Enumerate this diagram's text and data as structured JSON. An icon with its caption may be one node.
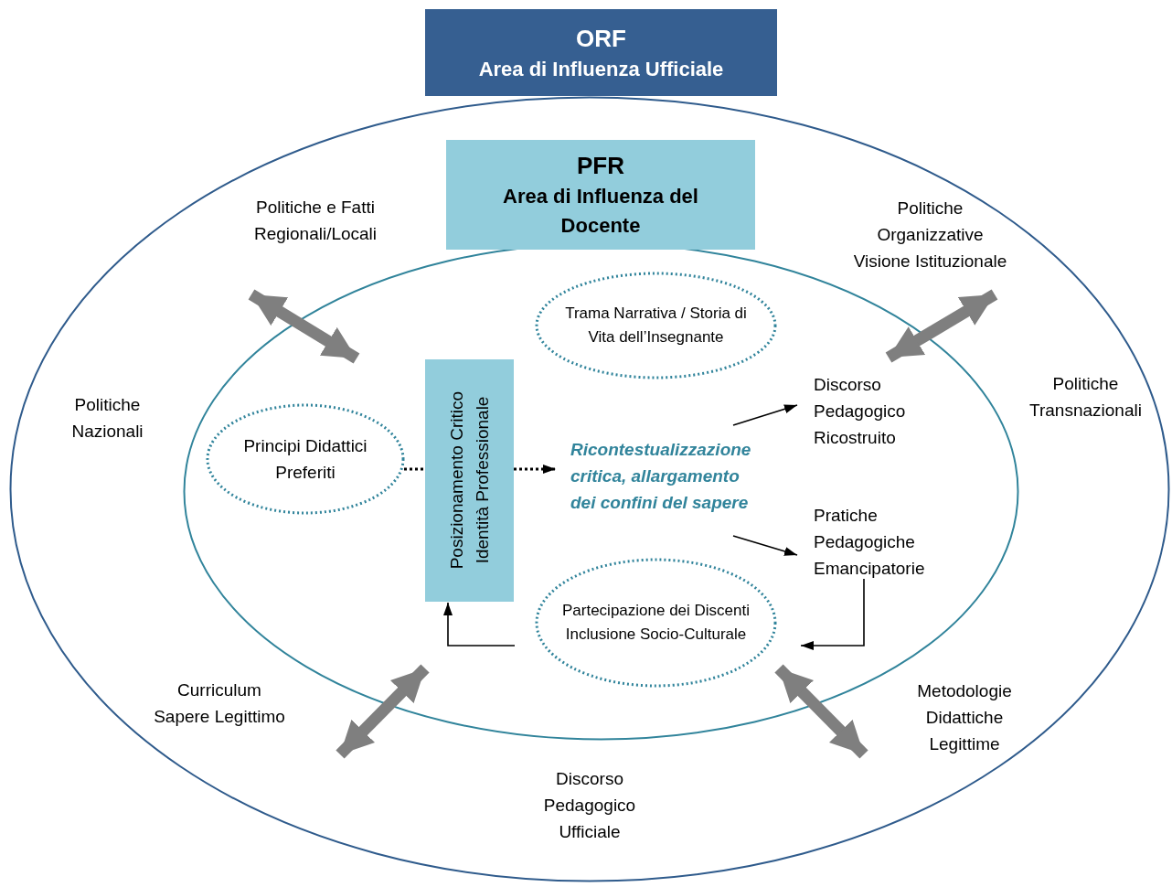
{
  "diagram": {
    "nodes": [
      {
        "text": [
          "ORF",
          "Area di Influenza Ufficiale"
        ]
      },
      {
        "text": [
          "Politiche e Fatti Regionali/Locali"
        ],
        "in": 0
      },
      {
        "text": [
          "Politiche Organizzative",
          "Visione Istituzionale"
        ],
        "in": 0
      },
      {
        "text": [
          "Politiche Nazionali"
        ],
        "in": 0
      },
      {
        "text": [
          "Politiche Transnazionali"
        ],
        "in": 0
      },
      {
        "text": [
          "Curriculum",
          "Sapere Legittimo"
        ],
        "in": 0
      },
      {
        "text": [
          "Metodologie Didattiche Legittime"
        ],
        "in": 0
      },
      {
        "text": [
          "Discorso Pedagogico Ufficiale"
        ],
        "in": 0
      },
      {
        "text": [
          "PFR",
          "Area di Influenza del Docente"
        ],
        "in": 0
      },
      {
        "text": [
          "Trama Narrativa / Storia di Vita dell’Insegnante"
        ],
        "in": 8
      },
      {
        "text": [
          "Principi Didattici Preferiti"
        ],
        "in": 8
      },
      {
        "text": [
          "Posizionamento Critico",
          "Identità Professionale"
        ],
        "in": 8
      },
      {
        "text": [
          "Ricontestualizzazione critica, allargamento dei confini del sapere"
        ],
        "in": 8
      },
      {
        "text": [
          "Discorso Pedagogico Ricostruito"
        ],
        "in": 8
      },
      {
        "text": [
          "Pratiche Pedagogiche Emancipatorie"
        ],
        "in": 8
      },
      {
        "text": [
          "Partecipazione dei Discenti",
          "Inclusione Socio-Culturale"
        ],
        "in": 8
      }
    ],
    "edges": [
      {
        "from": 1,
        "to": 8,
        "arrow": "both",
        "style": "thick",
        "color": "#7f7f7f"
      },
      {
        "from": 8,
        "to": 2,
        "arrow": "both",
        "style": "thick",
        "color": "#7f7f7f"
      },
      {
        "from": 8,
        "to": 5,
        "arrow": "both",
        "style": "thick",
        "color": "#7f7f7f"
      },
      {
        "from": 8,
        "to": 6,
        "arrow": "both",
        "style": "thick",
        "color": "#7f7f7f"
      },
      {
        "from": 10,
        "to": 11,
        "arrow": "none",
        "style": "dashed"
      },
      {
        "from": 11,
        "to": 12,
        "arrow": "to",
        "style": "dashed"
      },
      {
        "from": 12,
        "to": 13,
        "arrow": "to"
      },
      {
        "from": 12,
        "to": 14,
        "arrow": "to"
      },
      {
        "from": 14,
        "to": 15,
        "arrow": "to"
      },
      {
        "from": 15,
        "to": 11,
        "arrow": "to"
      }
    ]
  }
}
